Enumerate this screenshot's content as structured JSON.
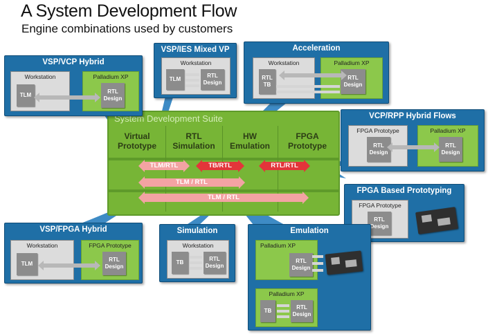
{
  "title": "A System Development Flow",
  "subtitle": "Engine combinations used by customers",
  "suite": {
    "title": "System Development Suite",
    "columns": [
      {
        "line1": "Virtual",
        "line2": "Prototype"
      },
      {
        "line1": "RTL",
        "line2": "Simulation"
      },
      {
        "line1": "HW",
        "line2": "Emulation"
      },
      {
        "line1": "FPGA",
        "line2": "Prototype"
      }
    ],
    "flows": {
      "tlm_rtl": "TLM/RTL",
      "tb_rtl": "TB/RTL",
      "rtl_rtl": "RTL/RTL",
      "tlm_rtl_mid": "TLM / RTL",
      "tlm_rtl_long": "TLM / RTL"
    }
  },
  "panels": {
    "vsp_vcp": {
      "title": "VSP/VCP Hybrid",
      "left_box": "Workstation",
      "left_chip": "TLM",
      "right_box": "Palladium XP",
      "right_chip": "RTL Design"
    },
    "vsp_ies": {
      "title": "VSP/IES Mixed VP",
      "box": "Workstation",
      "chip1": "TLM",
      "chip2": "RTL Design"
    },
    "acceleration": {
      "title": "Acceleration",
      "left_box": "Workstation",
      "left_chip": "RTL TB",
      "right_box": "Palladium XP",
      "right_chip": "RTL Design"
    },
    "vcp_rpp": {
      "title": "VCP/RPP Hybrid Flows",
      "left_box": "FPGA Prototype",
      "left_chip": "RTL Design",
      "right_box": "Palladium XP",
      "right_chip": "RTL Design"
    },
    "fpga_proto": {
      "title": "FPGA Based Prototyping",
      "box": "FPGA Prototype",
      "chip": "RTL Design"
    },
    "vsp_fpga": {
      "title": "VSP/FPGA Hybrid",
      "left_box": "Workstation",
      "left_chip": "TLM",
      "right_box": "FPGA Prototype",
      "right_chip": "RTL Design"
    },
    "simulation": {
      "title": "Simulation",
      "box": "Workstation",
      "chip1": "TB",
      "chip2": "RTL Design"
    },
    "emulation": {
      "title": "Emulation",
      "top_box": "Palladium XP",
      "top_chip": "RTL Design",
      "bottom_box": "Palladium XP",
      "bottom_chip1": "TB",
      "bottom_chip2": "RTL Design"
    }
  }
}
